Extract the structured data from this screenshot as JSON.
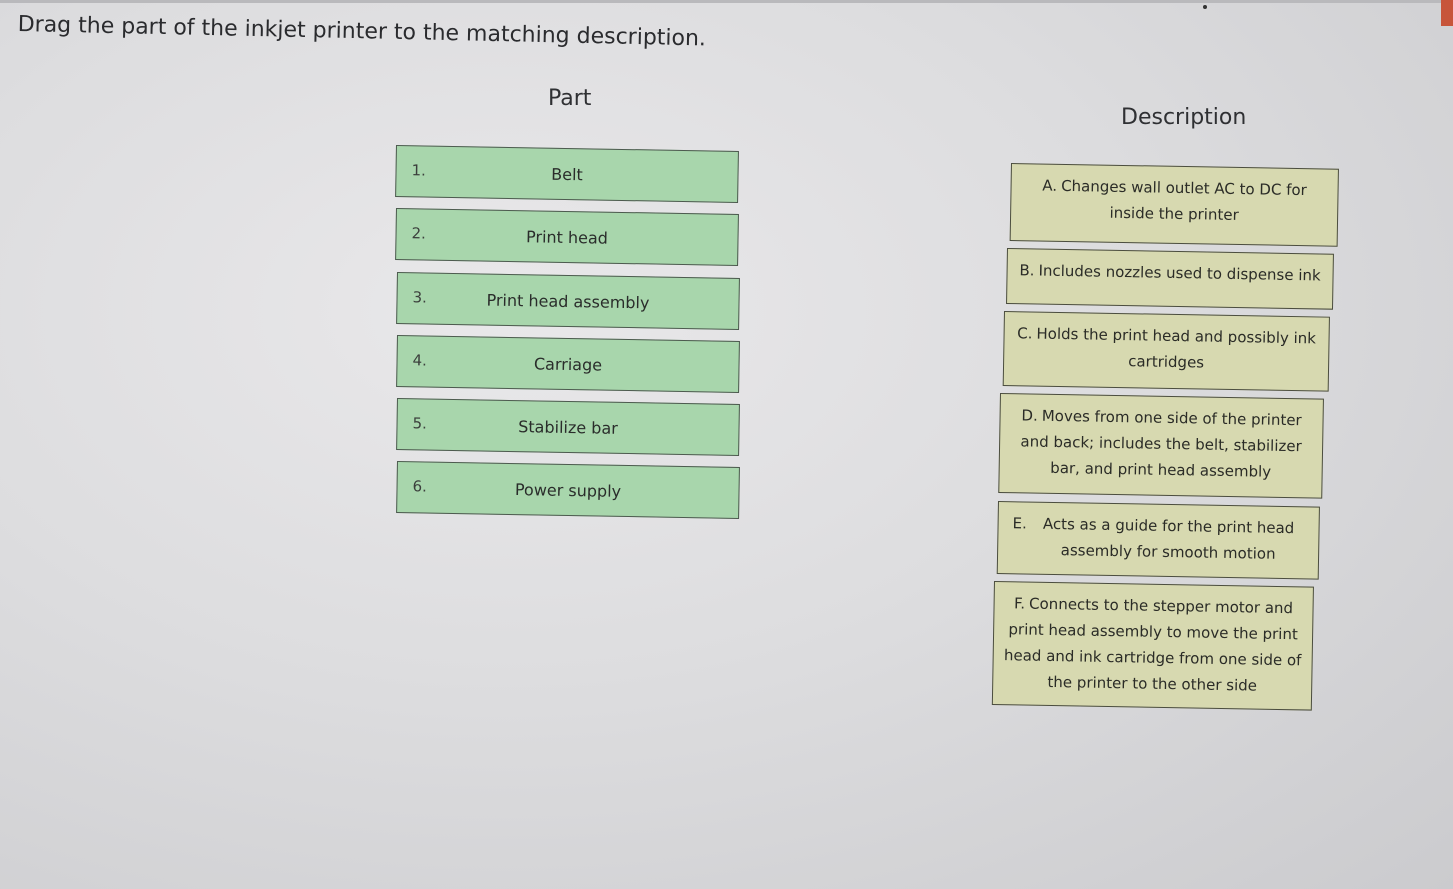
{
  "instructions": "Drag the part of the inkjet printer to the matching description.",
  "headings": {
    "part": "Part",
    "description": "Description"
  },
  "parts": [
    {
      "num": "1.",
      "label": "Belt"
    },
    {
      "num": "2.",
      "label": "Print head"
    },
    {
      "num": "3.",
      "label": "Print head assembly"
    },
    {
      "num": "4.",
      "label": "Carriage"
    },
    {
      "num": "5.",
      "label": "Stabilize bar"
    },
    {
      "num": "6.",
      "label": "Power supply"
    }
  ],
  "descriptions": [
    {
      "letter": "A.",
      "text": "Changes wall outlet AC to DC for inside the printer"
    },
    {
      "letter": "B.",
      "text": "Includes nozzles used to dispense ink"
    },
    {
      "letter": "C.",
      "text": "Holds the print head and possibly ink cartridges"
    },
    {
      "letter": "D.",
      "text": "Moves from one side of the printer and back; includes the belt, stabilizer bar, and print head assembly"
    },
    {
      "letter": "E.",
      "text": "Acts as a guide for the print head assembly for smooth motion"
    },
    {
      "letter": "F.",
      "text": "Connects to the stepper motor and print head assembly to move the print head and ink cartridge from one side of the printer to the other side"
    }
  ],
  "colors": {
    "part_fill": "#a8d6ac",
    "description_fill": "#d7d9b0",
    "accent": "#c7553a"
  }
}
